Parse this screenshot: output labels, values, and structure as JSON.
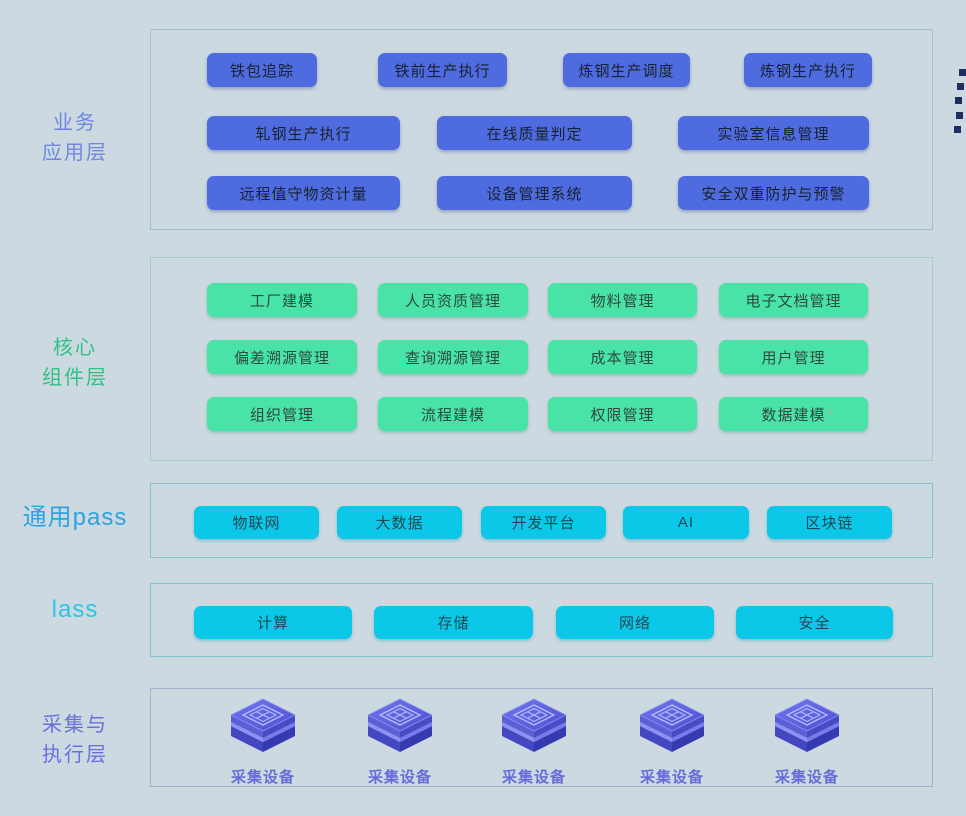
{
  "page": {
    "background_color": "#cdd9e0",
    "accent_colors": {
      "business_button": "#4e6cdf",
      "component_button": "#49e3a7",
      "cloud_button": "#0bc8e9",
      "device_cube": "#5a5fd6",
      "decor_dot": "#1e2e63"
    }
  },
  "decor": {
    "name": "corner-dots",
    "dot_count": 5
  },
  "layers": [
    {
      "id": "business-app",
      "label_lines": [
        "业务",
        "应用层"
      ],
      "label_color": "#6f87e2",
      "rows": [
        [
          "铁包追踪",
          "铁前生产执行",
          "炼钢生产调度",
          "炼钢生产执行"
        ],
        [
          "轧钢生产执行",
          "在线质量判定",
          "实验室信息管理"
        ],
        [
          "远程值守物资计量",
          "设备管理系统",
          "安全双重防护与预警"
        ]
      ]
    },
    {
      "id": "core-component",
      "label_lines": [
        "核心",
        "组件层"
      ],
      "label_color": "#2fc185",
      "rows": [
        [
          "工厂建模",
          "人员资质管理",
          "物料管理",
          "电子文档管理"
        ],
        [
          "偏差溯源管理",
          "查询溯源管理",
          "成本管理",
          "用户管理"
        ],
        [
          "组织管理",
          "流程建模",
          "权限管理",
          "数据建模"
        ]
      ]
    },
    {
      "id": "common-paas",
      "label_lines": [
        "通用pass"
      ],
      "label_color": "#2aa4e3",
      "rows": [
        [
          "物联网",
          "大数据",
          "开发平台",
          "AI",
          "区块链"
        ]
      ]
    },
    {
      "id": "iaas",
      "label_lines": [
        "lass"
      ],
      "label_color": "#29c6e4",
      "rows": [
        [
          "计算",
          "存储",
          "网络",
          "安全"
        ]
      ]
    },
    {
      "id": "collection-execution",
      "label_lines": [
        "采集与",
        "执行层"
      ],
      "label_color": "#6a6fe0",
      "devices": [
        "采集设备",
        "采集设备",
        "采集设备",
        "采集设备",
        "采集设备"
      ]
    }
  ]
}
